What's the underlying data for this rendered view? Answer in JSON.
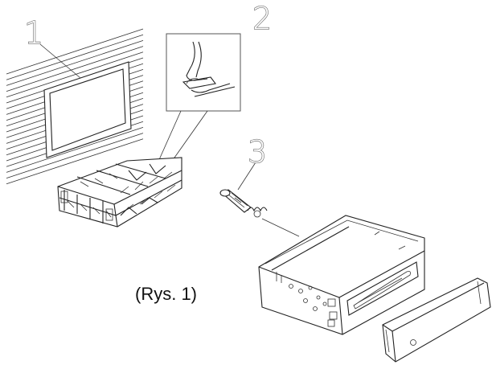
{
  "diagram": {
    "callouts": [
      {
        "id": "1",
        "label": "1"
      },
      {
        "id": "2",
        "label": "2"
      },
      {
        "id": "3",
        "label": "3"
      }
    ],
    "caption": "(Rys. 1)",
    "icons": [
      "dashboard-opening",
      "release-keys-detail",
      "mounting-cage",
      "screw-with-spring",
      "car-stereo-unit",
      "detachable-front-panel"
    ]
  }
}
